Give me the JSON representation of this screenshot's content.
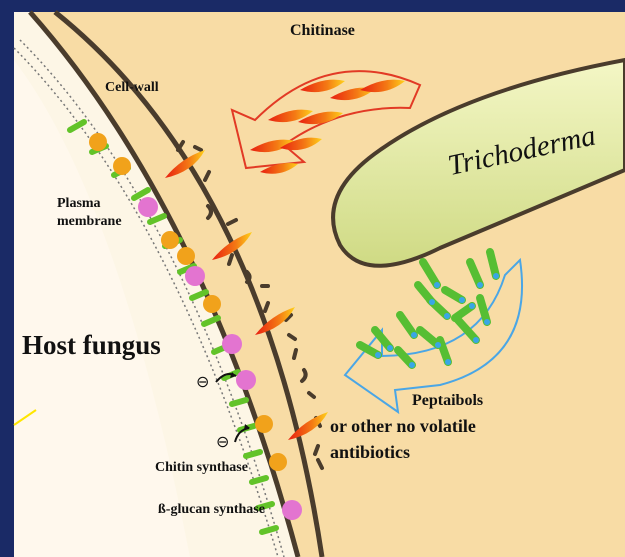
{
  "labels": {
    "chitinase": "Chitinase",
    "cell_wall": "Cell-wall",
    "plasma_membrane_line1": "Plasma",
    "plasma_membrane_line2": "membrane",
    "trichoderma": "Trichoderma",
    "host_fungus": "Host fungus",
    "peptaibols": "Peptaibols",
    "other_antibiotics_line1": "or other no volatile",
    "other_antibiotics_line2": "antibiotics",
    "chitin_synthase": "Chitin synthase",
    "glucan_synthase": "ß-glucan synthase",
    "inhibit_symbol_1": "⊖",
    "inhibit_symbol_2": "⊖"
  },
  "colors": {
    "background_frame": "#1a2a66",
    "outer_medium": "#f8dca5",
    "host_interior": "#fdf5e3",
    "cell_wall": "#4a3c2c",
    "trichoderma_body": "#e4eaa8",
    "chitinase_arrow": "#e23a25",
    "peptaibol_arrow": "#4aa6e6",
    "membrane_orange": "#f1a21b",
    "membrane_pink": "#e374d0",
    "membrane_green": "#62c329",
    "peptaibol_green": "#56be33",
    "chitinase_molecule": "#f25a14"
  }
}
